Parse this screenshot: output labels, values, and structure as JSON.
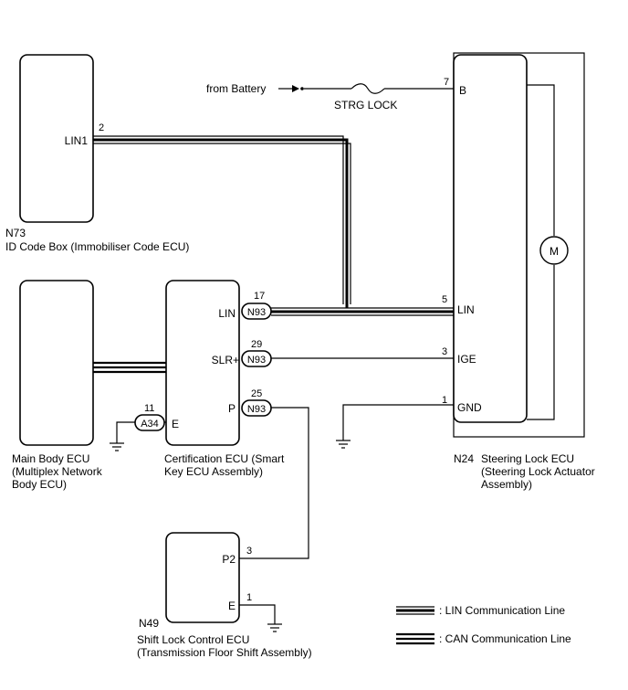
{
  "battery": {
    "label": "from Battery",
    "fuse": "STRG LOCK"
  },
  "components": {
    "id_code_box": {
      "code": "N73",
      "name": "ID Code Box (Immobiliser Code ECU)",
      "pin_label": "LIN1",
      "pin_number": "2"
    },
    "main_body": {
      "name_lines": [
        "Main Body ECU",
        "(Multiplex Network",
        "Body ECU)"
      ]
    },
    "certification": {
      "name_lines": [
        "Certification ECU (Smart",
        "Key ECU Assembly)"
      ],
      "pins": [
        {
          "label": "LIN",
          "number": "17",
          "connector": "N93"
        },
        {
          "label": "SLR+",
          "number": "29",
          "connector": "N93"
        },
        {
          "label": "P",
          "number": "25",
          "connector": "N93"
        },
        {
          "label": "E",
          "number": "11",
          "connector": "A34"
        }
      ]
    },
    "steering_lock": {
      "code": "N24",
      "name_lines": [
        "Steering Lock ECU",
        "(Steering Lock Actuator",
        "Assembly)"
      ],
      "pins": [
        {
          "label": "B",
          "number": "7"
        },
        {
          "label": "LIN",
          "number": "5"
        },
        {
          "label": "IGE",
          "number": "3"
        },
        {
          "label": "GND",
          "number": "1"
        }
      ],
      "motor": "M"
    },
    "shift_lock": {
      "code": "N49",
      "name_lines": [
        "Shift Lock Control ECU",
        "(Transmission Floor Shift Assembly)"
      ],
      "pins": [
        {
          "label": "P2",
          "number": "3"
        },
        {
          "label": "E",
          "number": "1"
        }
      ]
    }
  },
  "legend": [
    {
      "label": ": LIN Communication Line"
    },
    {
      "label": ": CAN Communication Line"
    }
  ]
}
